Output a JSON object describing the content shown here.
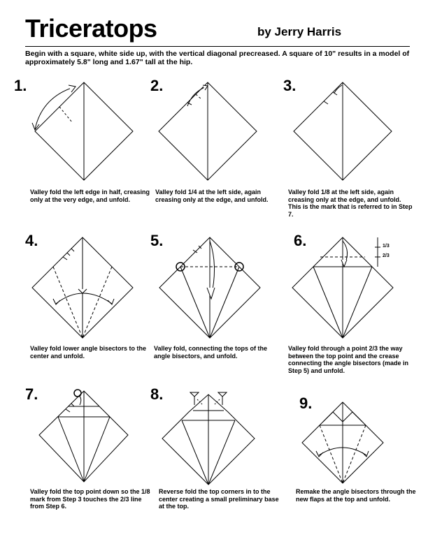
{
  "header": {
    "title": "Triceratops",
    "author": "by Jerry Harris",
    "intro": "Begin with a square, white side up, with the vertical diagonal precreased. A square of 10\" results in a model of approximately 5.8\" long and 1.67\" tall at the hip."
  },
  "steps": [
    {
      "number": "1.",
      "caption": "Valley fold the left edge in half, creasing only at the very edge, and unfold."
    },
    {
      "number": "2.",
      "caption": "Valley fold 1/4 at the left side, again creasing only at the edge, and unfold."
    },
    {
      "number": "3.",
      "caption": "Valley fold 1/8 at the left side, again creasing only at the edge, and unfold. This is the mark that is referred to in Step 7."
    },
    {
      "number": "4.",
      "caption": "Valley fold lower angle bisectors to the center and unfold."
    },
    {
      "number": "5.",
      "caption": "Valley fold, connecting the tops of the angle bisectors, and unfold."
    },
    {
      "number": "6.",
      "caption": "Valley fold through a point 2/3 the way between the top point and the crease connecting the angle bisectors (made in Step 5) and unfold.",
      "marks": [
        "1/3",
        "2/3"
      ]
    },
    {
      "number": "7.",
      "caption": "Valley fold the top point down so the 1/8 mark from Step 3 touches the 2/3 line from Step 6."
    },
    {
      "number": "8.",
      "caption": "Reverse fold the top corners in to the center creating a small preliminary base at the top."
    },
    {
      "number": "9.",
      "caption": "Remake the angle bisectors through the new flaps at the top and unfold."
    }
  ]
}
